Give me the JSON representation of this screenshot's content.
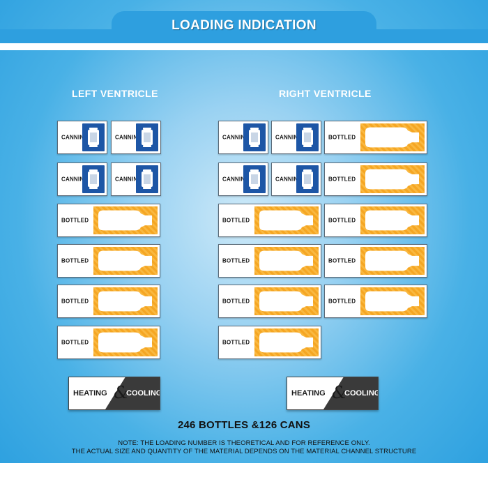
{
  "header": {
    "title": "LOADING INDICATION"
  },
  "left": {
    "title": "LEFT VENTRICLE",
    "slots": [
      {
        "type": "can",
        "label": "CANNING"
      },
      {
        "type": "can",
        "label": "CANNING"
      },
      {
        "type": "can",
        "label": "CANNING"
      },
      {
        "type": "can",
        "label": "CANNING"
      },
      {
        "type": "bottle",
        "label": "BOTTLED"
      },
      {
        "type": "bottle",
        "label": "BOTTLED"
      },
      {
        "type": "bottle",
        "label": "BOTTLED"
      },
      {
        "type": "bottle",
        "label": "BOTTLED"
      }
    ],
    "badge": {
      "heating": "HEATING",
      "amp": "&",
      "cooling": "COOLING"
    }
  },
  "right": {
    "title": "RIGHT VENTRICLE",
    "slots": [
      {
        "type": "can",
        "label": "CANNING"
      },
      {
        "type": "can",
        "label": "CANNING"
      },
      {
        "type": "bottle",
        "label": "BOTTLED"
      },
      {
        "type": "can",
        "label": "CANNING"
      },
      {
        "type": "can",
        "label": "CANNING"
      },
      {
        "type": "bottle",
        "label": "BOTTLED"
      },
      {
        "type": "bottle",
        "label": "BOTTLED"
      },
      {
        "type": "bottle",
        "label": "BOTTLED"
      },
      {
        "type": "bottle",
        "label": "BOTTLED"
      },
      {
        "type": "bottle",
        "label": "BOTTLED"
      },
      {
        "type": "bottle",
        "label": "BOTTLED"
      },
      {
        "type": "bottle",
        "label": "BOTTLED"
      },
      {
        "type": "bottle",
        "label": "BOTTLED"
      }
    ],
    "badge": {
      "heating": "HEATING",
      "amp": "&",
      "cooling": "COOLING"
    }
  },
  "summary": {
    "total": "246 BOTTLES &126 CANS",
    "note_line1": "NOTE: THE LOADING NUMBER IS THEORETICAL AND FOR REFERENCE ONLY.",
    "note_line2": "THE ACTUAL SIZE AND QUANTITY OF THE MATERIAL DEPENDS ON THE MATERIAL CHANNEL STRUCTURE"
  },
  "colors": {
    "background": "#2b9fdf",
    "can_box": "#1d56a6",
    "bottle_box": "#f5a623",
    "badge_dark": "#3a3a3a"
  },
  "icons": {
    "can": "can-icon",
    "bottle": "bottle-icon"
  }
}
